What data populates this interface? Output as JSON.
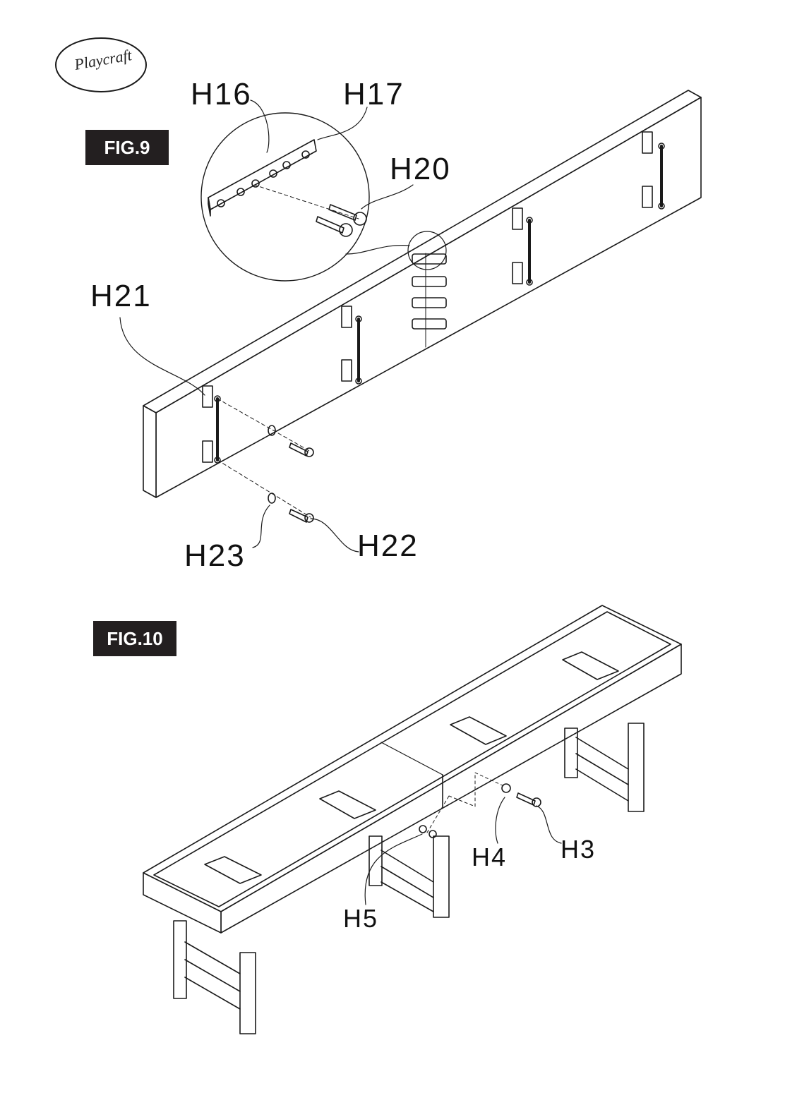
{
  "brand": {
    "logo_text": "Playcraft"
  },
  "figures": [
    {
      "id": "fig9",
      "label": "FIG.9"
    },
    {
      "id": "fig10",
      "label": "FIG.10"
    }
  ],
  "parts": {
    "h16": "H16",
    "h17": "H17",
    "h20": "H20",
    "h21": "H21",
    "h22": "H22",
    "h23": "H23",
    "h5": "H5",
    "h4": "H4",
    "h3": "H3"
  },
  "colors": {
    "ink": "#1a1a1a",
    "badge": "#231f20",
    "paper": "#ffffff"
  }
}
